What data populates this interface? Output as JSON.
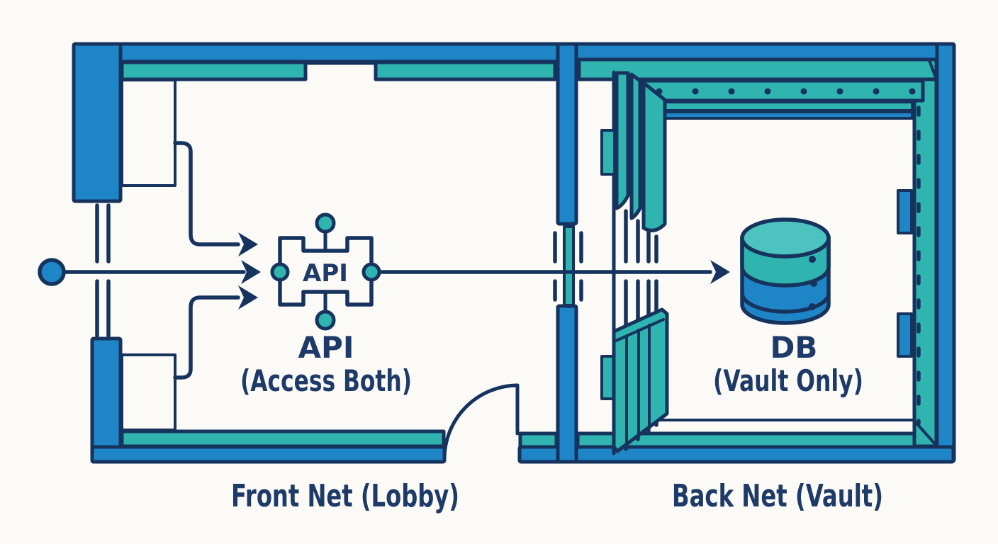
{
  "colors": {
    "background": "#fbfaf7",
    "outline_navy": "#16335e",
    "wall_blue": "#1e86c7",
    "lining_teal": "#2fb4b0",
    "db_top_teal": "#4cc3bf",
    "text_navy": "#1d3a68"
  },
  "front_room": {
    "label": "Front Net (Lobby)",
    "api_node": {
      "chip_label": "API",
      "caption_line1": "API",
      "caption_line2": "(Access Both)"
    }
  },
  "back_room": {
    "label": "Back Net (Vault)",
    "db_node": {
      "caption_line1": "DB",
      "caption_line2": "(Vault Only)"
    }
  },
  "icons": {
    "entry_node": "entry-dot-icon",
    "api_chip": "api-chip-icon",
    "database": "database-cylinder-icon",
    "vault_door": "vault-door-icon",
    "door_swing": "door-swing-arc-icon",
    "security_gap": "wall-sensor-icon"
  }
}
